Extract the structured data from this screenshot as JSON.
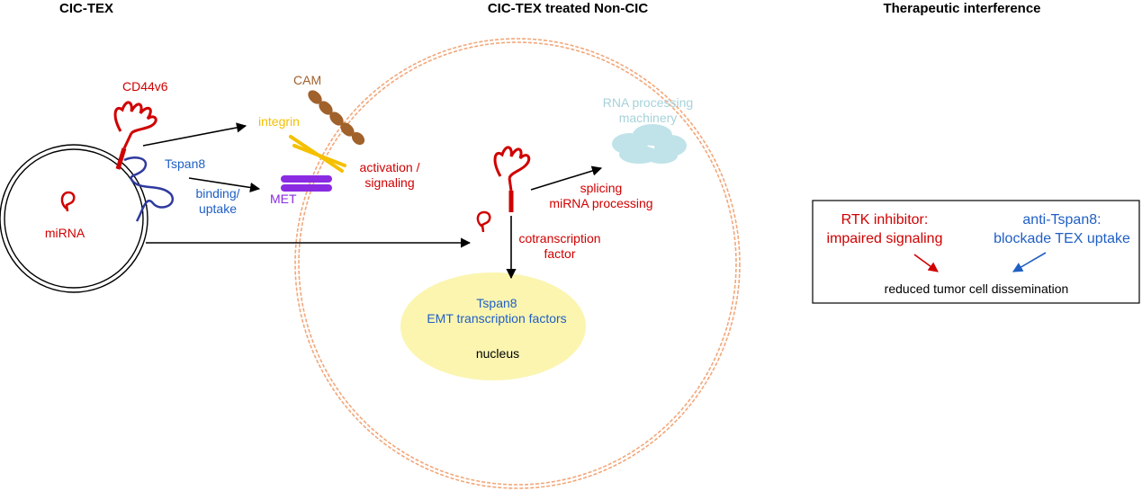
{
  "headers": {
    "left": "CIC-TEX",
    "middle": "CIC-TEX treated Non-CIC",
    "right": "Therapeutic interference"
  },
  "exosome": {
    "mirna_label": "miRNA",
    "cd44v6_label": "CD44v6",
    "tspan8_label": "Tspan8"
  },
  "receptors": {
    "cam_label": "CAM",
    "integrin_label": "integrin",
    "met_label": "MET"
  },
  "arrows": {
    "binding_line1": "binding/",
    "binding_line2": "uptake",
    "activation_line1": "activation /",
    "activation_line2": "signaling",
    "splicing_line1": "splicing",
    "splicing_line2": "miRNA processing",
    "cotranscription_line1": "cotranscription",
    "cotranscription_line2": "factor"
  },
  "cell": {
    "rna_line1": "RNA processing",
    "rna_line2": "machinery",
    "nucleus_blue_line1": "Tspan8",
    "nucleus_blue_line2": "EMT transcription factors",
    "nucleus_label": "nucleus"
  },
  "therapy": {
    "rtk_line1": "RTK inhibitor:",
    "rtk_line2": "impaired signaling",
    "anti_line1": "anti-Tspan8:",
    "anti_line2": "blockade TEX uptake",
    "result": "reduced tumor cell dissemination"
  },
  "colors": {
    "red": "#d00000",
    "blue": "#1f5fc4",
    "navy": "#2e3a9e",
    "purple": "#8a2be2",
    "brown": "#a0612b",
    "yellow": "#f5c000",
    "cell_membrane": "#f2a77a",
    "nucleus_fill": "#fbf5b0",
    "cloud_fill": "#bfe3e8"
  }
}
